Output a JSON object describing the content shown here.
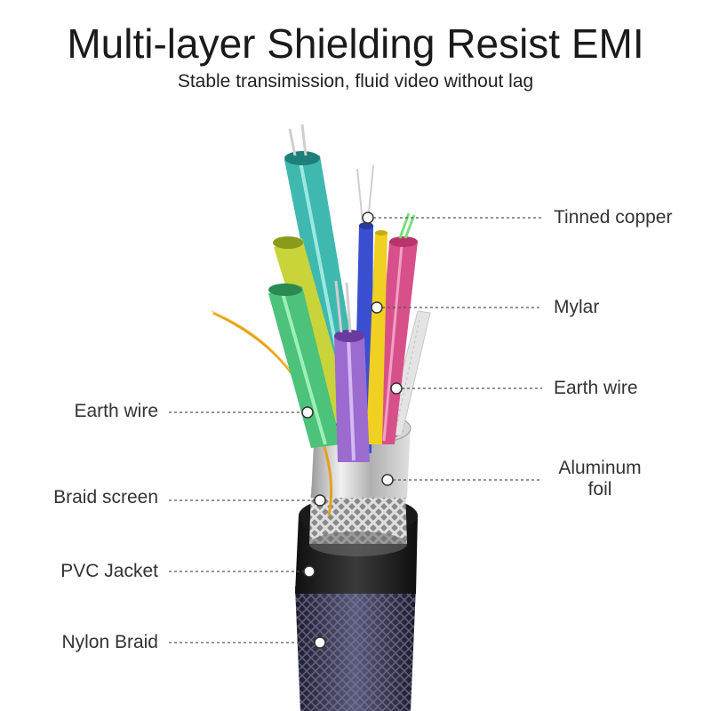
{
  "header": {
    "title": "Multi-layer Shielding Resist EMI",
    "subtitle": "Stable transimission, fluid video without lag"
  },
  "labels": {
    "right": [
      {
        "id": "tinned-copper",
        "text": "Tinned copper"
      },
      {
        "id": "mylar",
        "text": "Mylar"
      },
      {
        "id": "earth-wire-right",
        "text": "Earth wire"
      },
      {
        "id": "aluminum-foil-1",
        "text": "Aluminum"
      },
      {
        "id": "aluminum-foil-2",
        "text": "foil"
      }
    ],
    "left": [
      {
        "id": "earth-wire-left",
        "text": "Earth wire"
      },
      {
        "id": "braid-screen",
        "text": "Braid screen"
      },
      {
        "id": "pvc-jacket",
        "text": "PVC Jacket"
      },
      {
        "id": "nylon-braid",
        "text": "Nylon Braid"
      }
    ]
  },
  "colors": {
    "cyan": "#3fb8b0",
    "yellow": "#e8d23a",
    "green": "#4cc27a",
    "purple": "#9b6bd0",
    "blue": "#3a4fd0",
    "gold": "#f0d020",
    "pink": "#d8508a",
    "white": "#e8e8e8",
    "foil": "#c8c8c8",
    "jacket": "#1a1a1a",
    "nylon": "#3c3c58"
  }
}
